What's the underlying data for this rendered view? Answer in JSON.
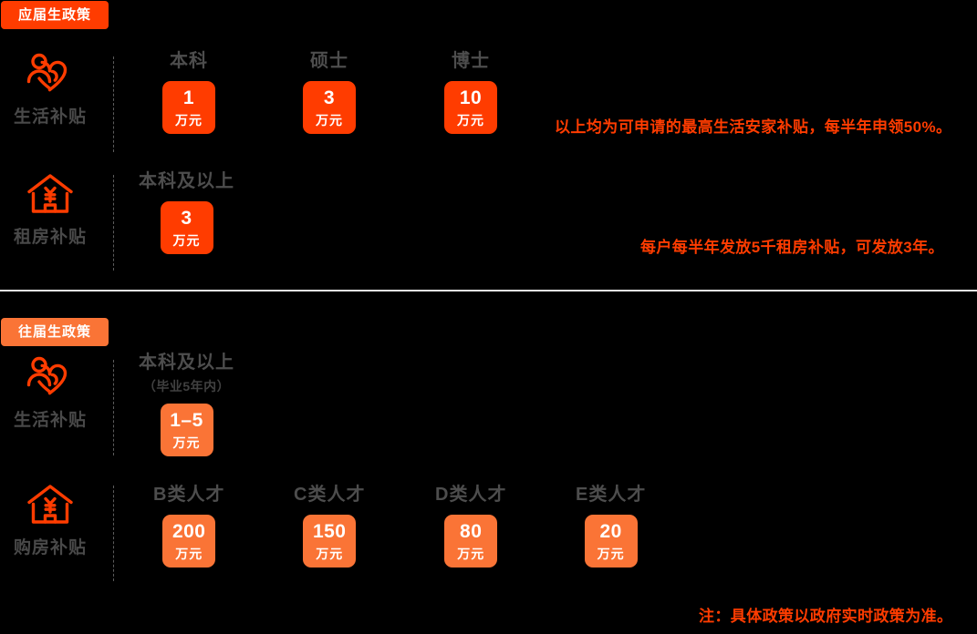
{
  "sections": [
    {
      "badge": "应届生政策",
      "badge_color": "#ff3c00",
      "rows": [
        {
          "icon": "person-heart-icon",
          "label": "生活补贴",
          "cells": [
            {
              "title": "本科",
              "value": "1",
              "unit": "万元"
            },
            {
              "title": "硕士",
              "value": "3",
              "unit": "万元"
            },
            {
              "title": "博士",
              "value": "10",
              "unit": "万元"
            }
          ],
          "note": "以上均为可申请的最高生活安家补贴，每半年申领50%。"
        },
        {
          "icon": "house-yuan-icon",
          "label": "租房补贴",
          "cells": [
            {
              "title": "本科及以上",
              "value": "3",
              "unit": "万元"
            }
          ],
          "note": "每户每半年发放5千租房补贴，可发放3年。"
        }
      ]
    },
    {
      "badge": "往届生政策",
      "badge_color": "#fa7436",
      "rows": [
        {
          "icon": "person-heart-icon",
          "label": "生活补贴",
          "cells": [
            {
              "title": "本科及以上",
              "sub": "（毕业5年内）",
              "value": "1–5",
              "unit": "万元"
            }
          ]
        },
        {
          "icon": "house-yuan-icon",
          "label": "购房补贴",
          "cells": [
            {
              "title": "B类人才",
              "value": "200",
              "unit": "万元"
            },
            {
              "title": "C类人才",
              "value": "150",
              "unit": "万元"
            },
            {
              "title": "D类人才",
              "value": "80",
              "unit": "万元"
            },
            {
              "title": "E类人才",
              "value": "20",
              "unit": "万元"
            }
          ]
        }
      ]
    }
  ],
  "footnote": "注：具体政策以政府实时政策为准。",
  "colors": {
    "background": "#000000",
    "accent_bright": "#ff3c00",
    "accent_soft": "#fa7436",
    "label_gray": "#4a4a4a",
    "divider": "#e9e9e9",
    "dash": "#5c5c5c"
  }
}
